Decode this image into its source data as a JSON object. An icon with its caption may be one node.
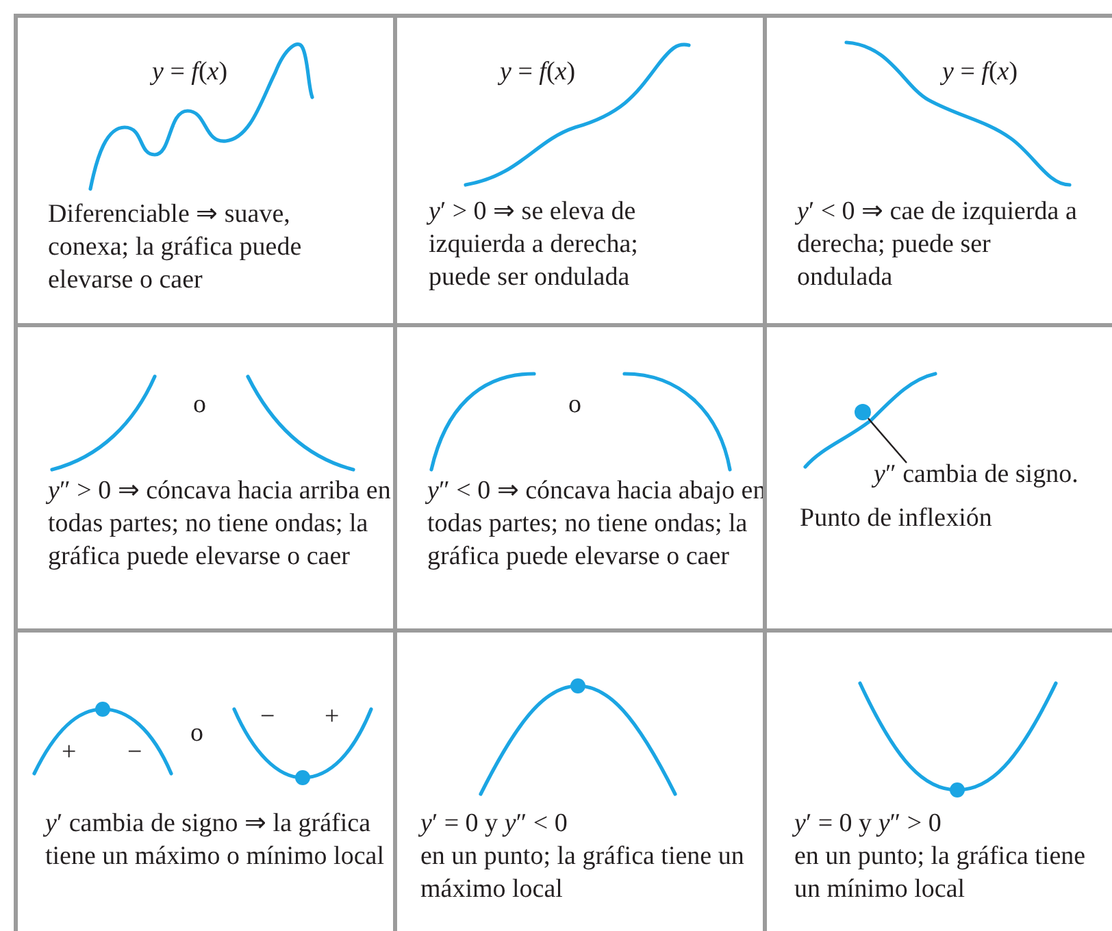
{
  "diagram": {
    "nodes": [
      {
        "text": [
          "*y* = *f*(*x*)",
          "Diferenciable ⇒ suave, conexa; la gráfica puede elevarse o caer"
        ]
      },
      {
        "text": [
          "*y* = *f*(*x*)",
          "*y*′ > 0 ⇒ se eleva de izquierda a derecha; puede ser ondulada"
        ]
      },
      {
        "text": [
          "*y* = *f*(*x*)",
          "*y*′ < 0 ⇒ cae de izquierda a derecha; puede ser ondulada"
        ]
      },
      {
        "text": [
          "o",
          "*y*″ > 0 ⇒ cóncava hacia arriba en todas partes; no tiene ondas; la gráfica puede elevarse o caer"
        ]
      },
      {
        "text": [
          "o",
          "*y*″ < 0 ⇒ cóncava hacia abajo en todas partes; no tiene ondas; la gráfica puede elevarse o caer"
        ]
      },
      {
        "text": [
          "Punto de inflexión"
        ]
      },
      {
        "text": [
          "*y*″ cambia de signo."
        ],
        "in": 5
      },
      {
        "text": [],
        "shape": "circle",
        "in": 5
      },
      {
        "text": [
          "+",
          "−",
          "o",
          "−",
          "+",
          "*y*′ cambia de signo ⇒ la gráfica tiene un máximo o mínimo local"
        ]
      },
      {
        "text": [
          "*y*′ = 0 y *y*″ < 0",
          "en un punto; la gráfica tiene un máximo local"
        ]
      },
      {
        "text": [
          "*y*′ = 0 y *y*″ > 0",
          "en un punto; la gráfica tiene un mínimo local"
        ]
      }
    ],
    "edges": [
      {
        "from": 6,
        "to": 7,
        "arrow": "none"
      }
    ]
  }
}
